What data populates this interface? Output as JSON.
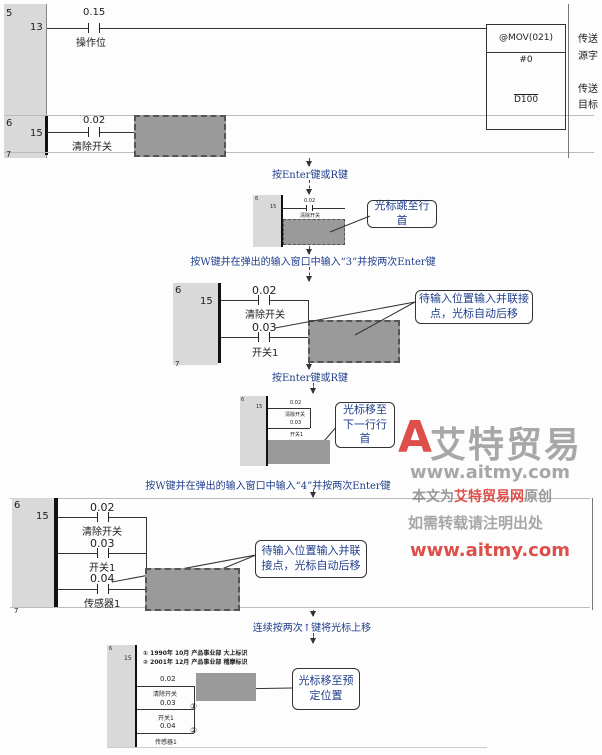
{
  "fig1": {
    "row5": {
      "row": "5",
      "step": "13",
      "contact_addr": "0.15",
      "contact_name": "操作位",
      "instr": "@MOV(021)",
      "operand1": "#0",
      "operand2": "D100",
      "note1a": "传送",
      "note1b": "源字",
      "note2a": "传送",
      "note2b": "目标"
    },
    "row6": {
      "row": "6",
      "step": "15",
      "contact_addr": "0.02",
      "contact_name": "清除开关"
    },
    "row7": {
      "row": "7"
    }
  },
  "step1_label": "按Enter键或R键",
  "fig2": {
    "row": "6",
    "step": "15",
    "contact_addr": "0.02",
    "contact_name": "清除开关",
    "callout": "光标跳至行首"
  },
  "step2_label": "按W键并在弹出的输入窗口中输入“3”并按两次Enter键",
  "fig3": {
    "row": "6",
    "step": "15",
    "c1_addr": "0.02",
    "c1_name": "清除开关",
    "c2_addr": "0.03",
    "c2_name": "开关1",
    "row_next": "7",
    "callout": "待输入位置输入并联接点，光标自动后移"
  },
  "step3_label": "按Enter键或R键",
  "fig4": {
    "row": "6",
    "step": "15",
    "c1_addr": "0.02",
    "c1_name": "清除开关",
    "c2_addr": "0.03",
    "c2_name": "开关1",
    "callout": "光标移至下一行行首"
  },
  "step4_label": "按W键并在弹出的输入窗口中输入“4”并按两次Enter键",
  "fig5": {
    "row": "6",
    "step": "15",
    "c1_addr": "0.02",
    "c1_name": "清除开关",
    "c2_addr": "0.03",
    "c2_name": "开关1",
    "c3_addr": "0.04",
    "c3_name": "传感器1",
    "row_next": "7",
    "callout": "待输入位置输入并联接点，光标自动后移"
  },
  "step5_label": "连续按两次↑键将光标上移",
  "fig6": {
    "row": "6",
    "step": "15",
    "comment1": "① 1990年 10月 产品事业部 大上标识",
    "comment2": "② 2001年 12月 产品事业部 稽摩标识",
    "c1_addr": "0.02",
    "c1_name": "清除开关",
    "c2_addr": "0.03",
    "c2_name": "开关1",
    "c3_addr": "0.04",
    "c3_name": "传感器1",
    "mark1": "①",
    "mark2": "②",
    "callout": "光标移至预定位置"
  },
  "watermark": {
    "logo": "艾特贸易",
    "url1": "www.aitmy.com",
    "line1a": "本文为",
    "line1b": "艾特贸易网",
    "line1c": "原创",
    "line2": "如需转载请注明出处",
    "url2": "www.aitmy.com",
    "red": "#d9312b"
  }
}
